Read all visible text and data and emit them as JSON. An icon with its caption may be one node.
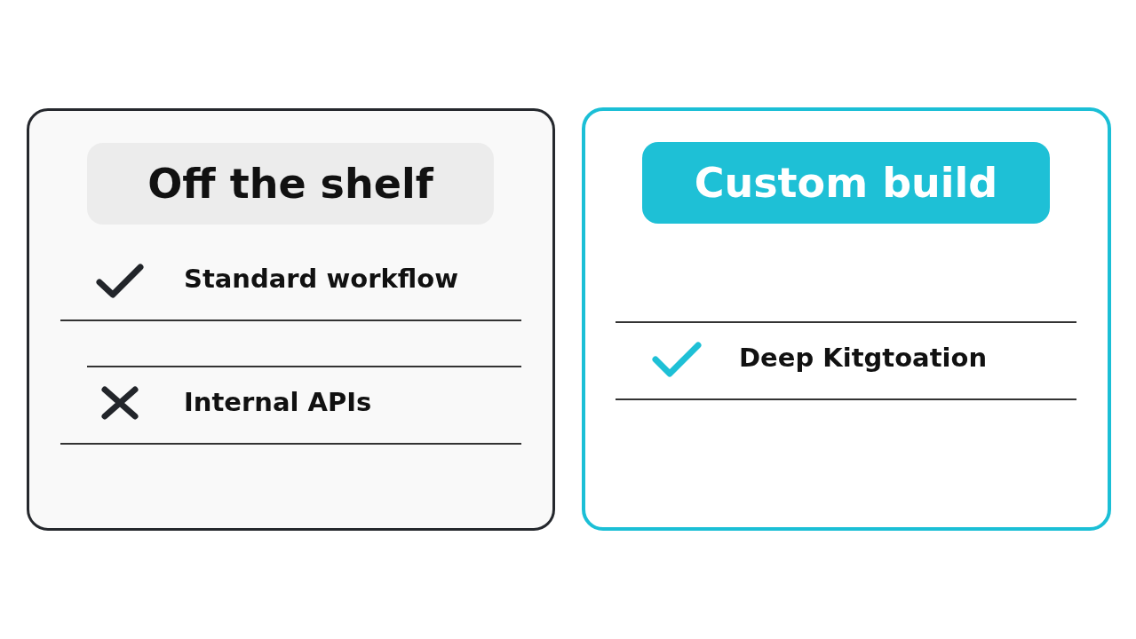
{
  "diagram": {
    "nodes": [
      {
        "text": [],
        "shape": "box"
      },
      {
        "text": [
          "Off the shelf"
        ],
        "in": 0
      },
      {
        "text": [],
        "shape": "box"
      },
      {
        "text": [
          "Custom build"
        ],
        "in": 2
      }
    ],
    "edges": [],
    "labels": [
      "Standard workflow",
      "Internal APIs",
      "Deep Kitgtoation"
    ]
  }
}
